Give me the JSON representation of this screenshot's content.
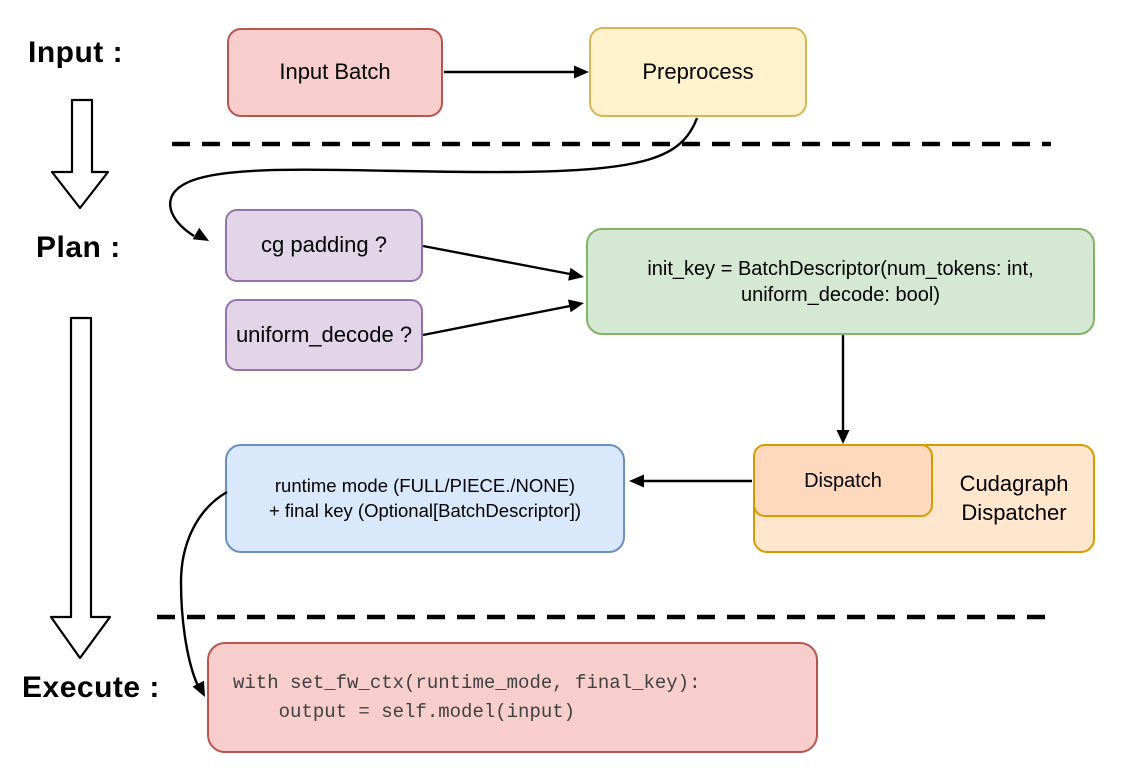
{
  "diagram": {
    "phases": {
      "input": "Input :",
      "plan": "Plan :",
      "execute": "Execute :"
    },
    "nodes": {
      "input_batch": {
        "label": "Input Batch",
        "fill": "#f8cecc",
        "stroke": "#b85450"
      },
      "preprocess": {
        "label": "Preprocess",
        "fill": "#fff2cc",
        "stroke": "#d6b656"
      },
      "cg_padding": {
        "label": "cg padding ?",
        "fill": "#e1d5e7",
        "stroke": "#9673a6"
      },
      "uniform_decode": {
        "label": "uniform_decode ?",
        "fill": "#e1d5e7",
        "stroke": "#9673a6"
      },
      "init_key": {
        "line1": "init_key = BatchDescriptor(num_tokens: int,",
        "line2": "uniform_decode: bool)",
        "fill": "#d5e8d4",
        "stroke": "#82b366"
      },
      "runtime_mode": {
        "line1": "runtime mode (FULL/PIECE./NONE)",
        "line2": "+ final key (Optional[BatchDescriptor])",
        "fill": "#dae8fc",
        "stroke": "#6c8ebf"
      },
      "dispatch": {
        "label": "Dispatch",
        "fill": "#ffd9bd",
        "stroke": "#d79b00"
      },
      "cudagraph_dispatcher": {
        "line1": "Cudagraph",
        "line2": "Dispatcher",
        "fill": "#ffe6cc",
        "stroke": "#d79b00"
      },
      "execute_code": {
        "line1": "with set_fw_ctx(runtime_mode, final_key):",
        "line2": "    output = self.model(input)",
        "fill": "#f8cecc",
        "stroke": "#b85450",
        "text_color": "#404040"
      }
    }
  }
}
